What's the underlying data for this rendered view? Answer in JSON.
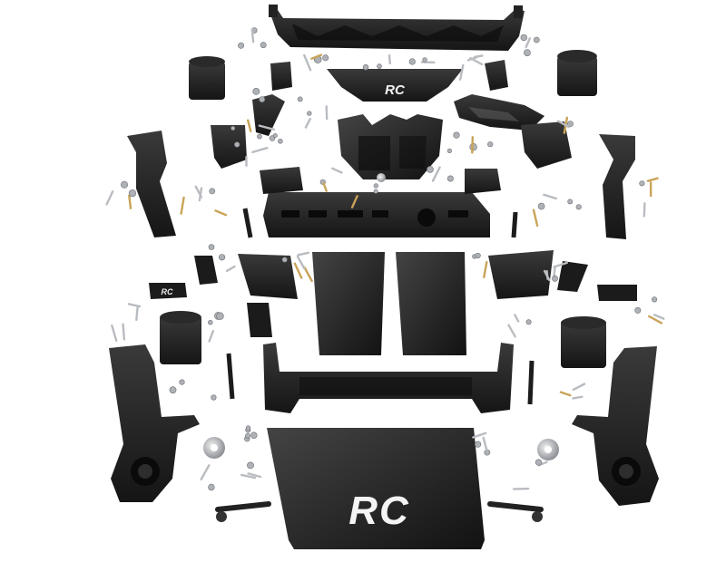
{
  "image": {
    "kind": "product photo",
    "background": "#ffffff",
    "part_color": "#1c1c1c",
    "hardware_color": "#b9bcc0",
    "brass_color": "#c9a458"
  },
  "logos": {
    "top_plate_mark": "RC",
    "skid_plate_mark": "RC",
    "small_bracket_mark": "RC"
  }
}
